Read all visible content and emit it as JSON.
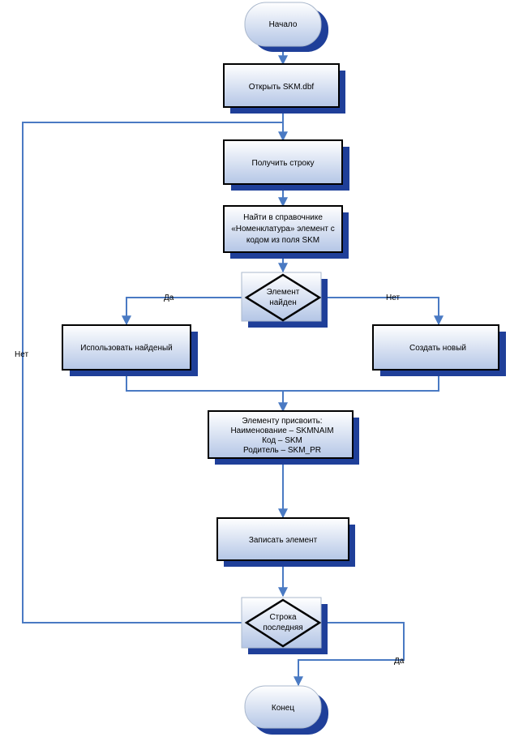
{
  "nodes": {
    "start": "Начало",
    "open_file": "Открыть SKM.dbf",
    "get_row": "Получить строку",
    "find": [
      "Найти в справочнике",
      "«Номенклатура» элемент с",
      "кодом из поля SKM"
    ],
    "found_decision": [
      "Элемент",
      "найден"
    ],
    "use_found": "Использовать найденый",
    "create_new": "Создать новый",
    "assign": [
      "Элементу присвоить:",
      "Наименование – SKMNAIM",
      "Код – SKM",
      "Родитель – SKM_PR"
    ],
    "write": "Записать элемент",
    "last_decision": [
      "Строка",
      "последняя"
    ],
    "end": "Конец"
  },
  "edges": {
    "yes_found": "Да",
    "no_found": "Нет",
    "no_last": "Нет",
    "yes_last": "Да"
  },
  "colors": {
    "shadow": "#1f3f99",
    "line": "#4a7ac3",
    "fill_top": "#ffffff",
    "fill_bottom": "#b4c6e6"
  }
}
